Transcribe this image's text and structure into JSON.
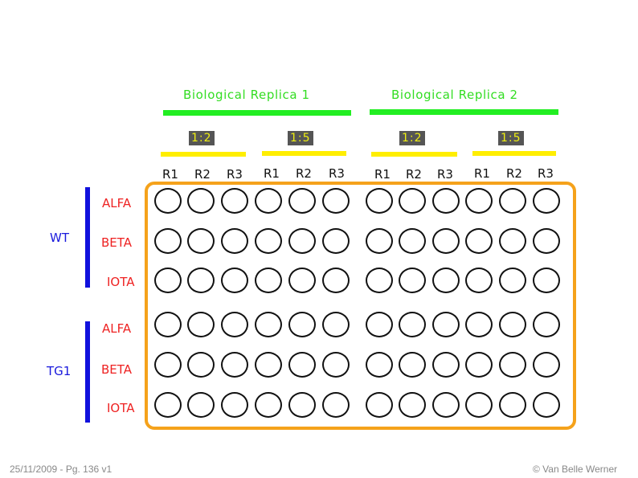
{
  "replicas": [
    {
      "title": "Biological Replica 1",
      "dilutions": [
        "1:2",
        "1:5"
      ]
    },
    {
      "title": "Biological Replica 2",
      "dilutions": [
        "1:2",
        "1:5"
      ]
    }
  ],
  "technical_replicates": [
    "R1",
    "R2",
    "R3"
  ],
  "groups": [
    {
      "name": "WT",
      "genes": [
        "ALFA",
        "BETA",
        "IOTA"
      ]
    },
    {
      "name": "TG1",
      "genes": [
        "ALFA",
        "BETA",
        "IOTA"
      ]
    }
  ],
  "plate": {
    "rows": 6,
    "columns": 12,
    "border_color": "#f5a21b"
  },
  "colors": {
    "replica_title": "#33dd22",
    "dilution_bar": "#ffee00",
    "gene_label": "#ee2222",
    "group_label": "#1a1add"
  },
  "footer": {
    "left": "25/11/2009 - Pg. 136 v1",
    "right": "© Van Belle Werner"
  }
}
